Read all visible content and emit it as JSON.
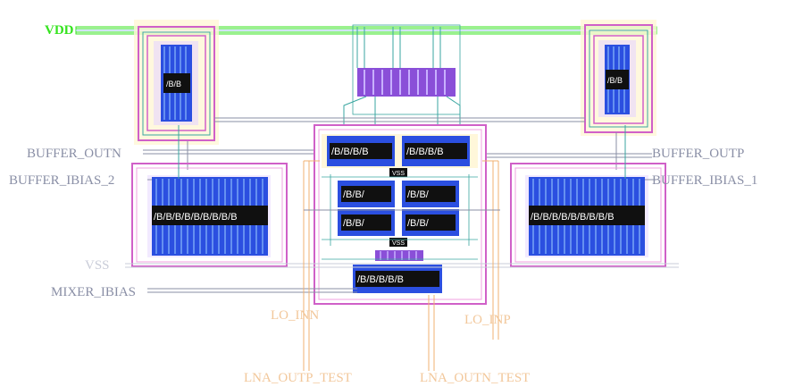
{
  "pins": {
    "vdd": "VDD",
    "vss": "VSS",
    "buffer_outn": "BUFFER_OUTN",
    "buffer_outp": "BUFFER_OUTP",
    "buffer_ibias_2": "BUFFER_IBIAS_2",
    "buffer_ibias_1": "BUFFER_IBIAS_1",
    "mixer_ibias": "MIXER_IBIAS",
    "lo_inn": "LO_INN",
    "lo_inp": "LO_INP",
    "lna_outp_test": "LNA_OUTP_TEST",
    "lna_outn_test": "LNA_OUTN_TEST"
  },
  "vss_tags": [
    "VSS",
    "VSS"
  ],
  "colors": {
    "vdd_rail": "#35e31f",
    "label_gray": "#8a8fa6",
    "label_orange": "#f2c79a",
    "magenta": "#d060c8",
    "pink": "#f0a0e0",
    "teal": "#3aa6a0",
    "blue": "#2b4fe0",
    "purple": "#8a4fd8",
    "black_cell": "#101010",
    "cream": "#fff6d6",
    "orange_wire": "#f0b070"
  }
}
